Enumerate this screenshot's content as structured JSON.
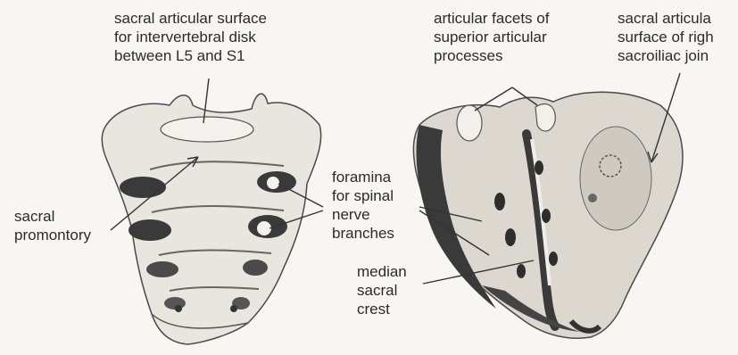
{
  "labels": {
    "sacral_articular_surface_disk": [
      "sacral articular surface",
      "for intervertebral disk",
      "between L5 and S1"
    ],
    "articular_facets": [
      "articular facets of",
      "superior articular",
      "processes"
    ],
    "sacral_articular_sacroiliac": [
      "sacral articula",
      "surface of righ",
      "sacroiliac join"
    ],
    "sacral_promontory": [
      "sacral",
      "promontory"
    ],
    "foramina": [
      "foramina",
      "for spinal",
      "nerve",
      "branches"
    ],
    "median_sacral_crest": [
      "median",
      "sacral",
      "crest"
    ]
  },
  "colors": {
    "bone_light": "#e9e6df",
    "bone_shadow": "#3a3a3a",
    "line": "#333333",
    "text": "#2b2b2b"
  }
}
